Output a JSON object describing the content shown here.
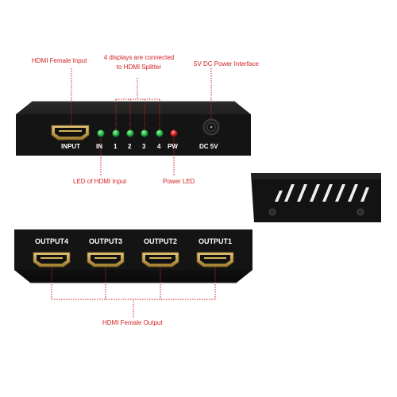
{
  "front_panel": {
    "input_label": "INPUT",
    "in_label": "IN",
    "port_numbers": [
      "1",
      "2",
      "3",
      "4"
    ],
    "pw_label": "PW",
    "dc_label": "DC 5V"
  },
  "callouts": {
    "hdmi_female_input": "HDMI Female Input",
    "displays_connected_line1": "4 displays are connected",
    "displays_connected_line2": "to HDMI Splitter",
    "power_interface": "5V DC Power Interface",
    "led_hdmi_input": "LED of HDMI Input",
    "power_led": "Power  LED",
    "hdmi_female_output": "HDMI Female Output"
  },
  "back_panel": {
    "outputs": [
      "OUTPUT4",
      "OUTPUT3",
      "OUTPUT2",
      "OUTPUT1"
    ]
  },
  "colors": {
    "callout_red": "#d21f1f",
    "led_green": "#2fbf4a",
    "led_red": "#d32020",
    "hdmi_gold": "#c9a24a",
    "body_black": "#141414"
  }
}
